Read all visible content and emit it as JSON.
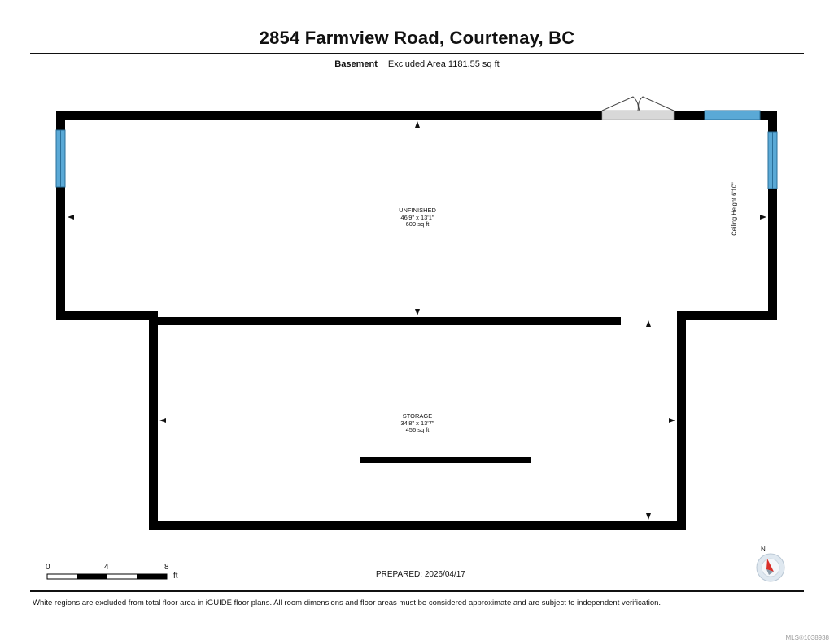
{
  "header": {
    "title": "2854 Farmview Road, Courtenay, BC",
    "level": "Basement",
    "excluded_area": "Excluded Area 1181.55 sq ft"
  },
  "rooms": [
    {
      "name": "UNFINISHED",
      "dimensions": "46'9\" x 13'1\"",
      "area": "609 sq ft"
    },
    {
      "name": "STORAGE",
      "dimensions": "34'8\" x 13'7\"",
      "area": "456 sq ft"
    }
  ],
  "ceiling_height": "Ceiling Height 6'10\"",
  "scale_bar": {
    "labels": [
      "0",
      "4",
      "8"
    ],
    "unit": "ft"
  },
  "prepared": "PREPARED: 2026/04/17",
  "compass": {
    "label": "N",
    "needle_color": "#d9302a"
  },
  "disclaimer": "White regions are excluded from total floor area in iGUIDE floor plans. All room dimensions and floor areas must be considered approximate and are subject to independent verification.",
  "watermark": "MLS®1038938",
  "colors": {
    "wall": "#000000",
    "window": "#5aa9d6",
    "door_fill": "#d8d8d8"
  }
}
